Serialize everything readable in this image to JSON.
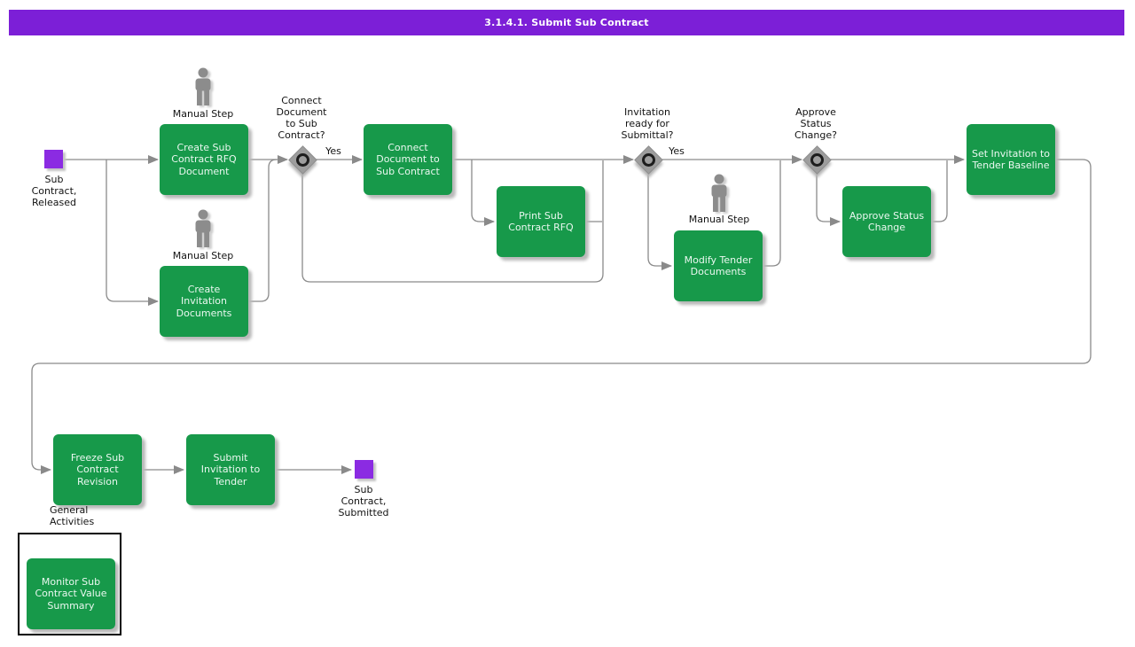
{
  "title": "3.1.4.1. Submit Sub Contract",
  "colors": {
    "title_bar": "#7c1fd7",
    "task_fill": "#17994a",
    "task_text": "#eaf8f0",
    "event_fill": "#8b2be2",
    "gateway_fill": "#9d9d9d",
    "connector": "#8a8a8a",
    "label_text": "#131313"
  },
  "events": {
    "start": {
      "label": "Sub\nContract,\nReleased"
    },
    "end": {
      "label": "Sub\nContract,\nSubmitted"
    }
  },
  "tasks": {
    "create_rfq": {
      "label": "Create Sub\nContract RFQ\nDocument"
    },
    "create_invitation": {
      "label": "Create\nInvitation\nDocuments"
    },
    "connect_document": {
      "label": "Connect\nDocument to\nSub Contract"
    },
    "print_rfq": {
      "label": "Print Sub\nContract RFQ"
    },
    "modify_tender": {
      "label": "Modify Tender\nDocuments"
    },
    "approve_status": {
      "label": "Approve Status\nChange"
    },
    "set_baseline": {
      "label": "Set Invitation to\nTender Baseline"
    },
    "freeze_revision": {
      "label": "Freeze Sub\nContract\nRevision"
    },
    "submit_invitation": {
      "label": "Submit\nInvitation to\nTender"
    },
    "monitor_value": {
      "label": "Monitor Sub\nContract Value\nSummary"
    }
  },
  "gateways": {
    "connect_document_q": {
      "label": "Connect\nDocument\nto Sub\nContract?"
    },
    "invitation_ready_q": {
      "label": "Invitation\nready for\nSubmittal?"
    },
    "approve_status_q": {
      "label": "Approve\nStatus\nChange?"
    }
  },
  "edge_labels": {
    "yes": "Yes"
  },
  "annotations": {
    "manual_step": "Manual Step",
    "general_activities": "General\nActivities"
  }
}
